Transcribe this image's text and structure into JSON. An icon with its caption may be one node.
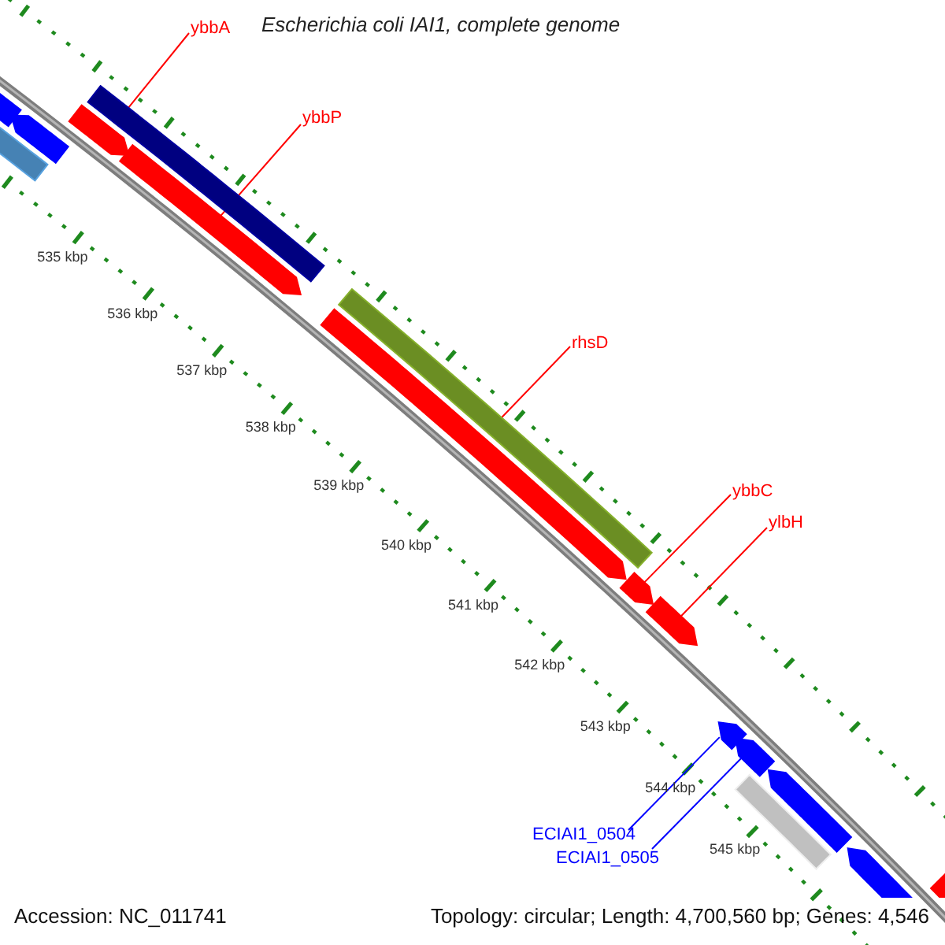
{
  "diagram": {
    "title": "Escherichia coli IAI1, complete genome",
    "nodes": [
      {
        "text": [
          "ybbA"
        ]
      },
      {
        "text": [
          "ybbP"
        ]
      },
      {
        "text": [
          "rhsD"
        ]
      },
      {
        "text": [
          "ybbC"
        ]
      },
      {
        "text": [
          "ylbH"
        ]
      },
      {
        "text": [
          "ECIAI1_0504"
        ]
      },
      {
        "text": [
          "ECIAI1_0505"
        ]
      },
      {
        "text": [],
        "shape": "arrow"
      },
      {
        "text": [],
        "shape": "arrow"
      },
      {
        "text": [],
        "shape": "bar"
      },
      {
        "text": [],
        "shape": "arrow"
      },
      {
        "text": [],
        "shape": "bar"
      },
      {
        "text": [],
        "shape": "arrow"
      },
      {
        "text": [],
        "shape": "bar"
      },
      {
        "text": [],
        "shape": "arrow"
      },
      {
        "text": [],
        "shape": "arrow"
      },
      {
        "text": [],
        "shape": "arrow"
      },
      {
        "text": [],
        "shape": "arrow"
      },
      {
        "text": [],
        "shape": "arrow"
      },
      {
        "text": [],
        "shape": "bar"
      },
      {
        "text": [],
        "shape": "arrow"
      },
      {
        "text": [],
        "shape": "arrow"
      },
      {
        "text": [],
        "shape": "arrow"
      }
    ],
    "edges": [
      {
        "from": 0,
        "to": 11,
        "arrow": "none"
      },
      {
        "from": 1,
        "to": 12,
        "arrow": "none"
      },
      {
        "from": 2,
        "to": 13,
        "arrow": "none"
      },
      {
        "from": 3,
        "to": 15,
        "arrow": "none"
      },
      {
        "from": 4,
        "to": 16,
        "arrow": "none"
      },
      {
        "from": 5,
        "to": 17,
        "arrow": "none",
        "color": "#0000ff"
      },
      {
        "from": 6,
        "to": 18,
        "arrow": "none",
        "color": "#0000ff"
      }
    ],
    "labels": [
      "535 kbp",
      "536 kbp",
      "537 kbp",
      "538 kbp",
      "539 kbp",
      "540 kbp",
      "541 kbp",
      "542 kbp",
      "543 kbp",
      "544 kbp",
      "545 kbp",
      "Accession: NC_011741",
      "Topology: circular; Length: 4,700,560 bp; Genes: 4,546"
    ]
  }
}
